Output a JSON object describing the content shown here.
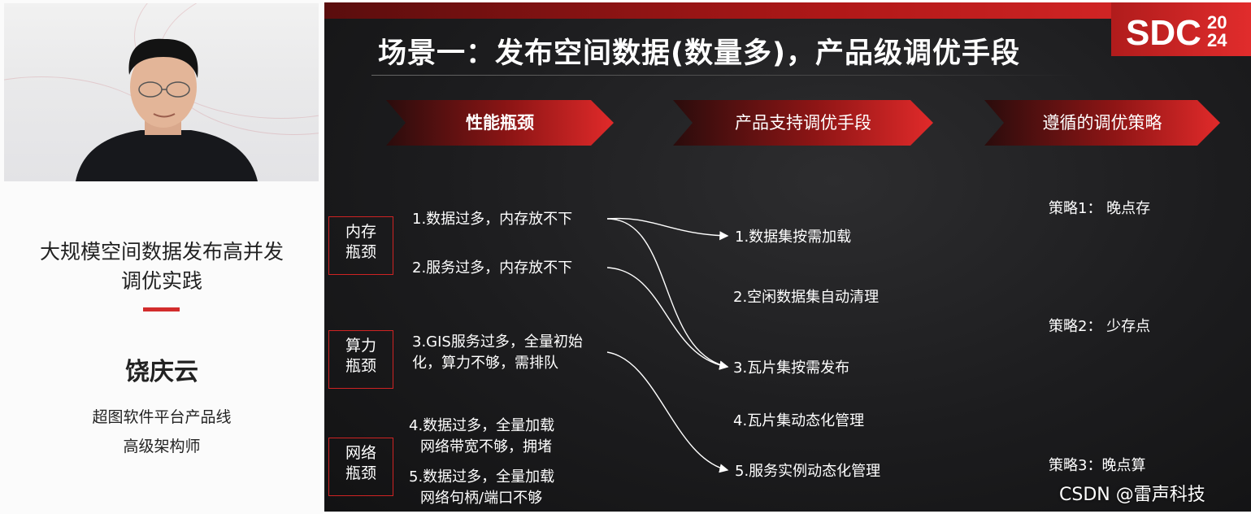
{
  "presenter": {
    "talk_title_line1": "大规模空间数据发布高并发",
    "talk_title_line2": "调优实践",
    "name": "饶庆云",
    "organization": "超图软件平台产品线",
    "role": "高级架构师"
  },
  "slide": {
    "title": "场景一：发布空间数据(数量多)，产品级调优手段",
    "logo": {
      "letters": "SDC",
      "year_top": "20",
      "year_bottom": "24"
    },
    "columns": {
      "bottleneck": "性能瓶颈",
      "solutions": "产品支持调优手段",
      "strategies": "遵循的调优策略"
    },
    "categories": [
      {
        "line1": "内存",
        "line2": "瓶颈"
      },
      {
        "line1": "算力",
        "line2": "瓶颈"
      },
      {
        "line1": "网络",
        "line2": "瓶颈"
      }
    ],
    "issues": [
      {
        "line1": "1.数据过多，内存放不下"
      },
      {
        "line1": "2.服务过多，内存放不下"
      },
      {
        "line1": "3.GIS服务过多，全量初始",
        "line2": "化，算力不够，需排队"
      },
      {
        "line1": "4.数据过多，全量加载",
        "line2": "网络带宽不够，拥堵"
      },
      {
        "line1": "5.数据过多，全量加载",
        "line2": "网络句柄/端口不够"
      }
    ],
    "solutions": [
      "1.数据集按需加载",
      "2.空闲数据集自动清理",
      "3.瓦片集按需发布",
      "4.瓦片集动态化管理",
      "5.服务实例动态化管理"
    ],
    "strategies": [
      "策略1： 晚点存",
      "策略2： 少存点",
      "策略3：晚点算"
    ]
  },
  "watermark": "CSDN @雷声科技",
  "colors": {
    "accent_red": "#d22c2c",
    "slide_background": "#1c1c1e",
    "text_on_slide": "#ffffff",
    "left_panel_background": "#fbfbfb"
  }
}
